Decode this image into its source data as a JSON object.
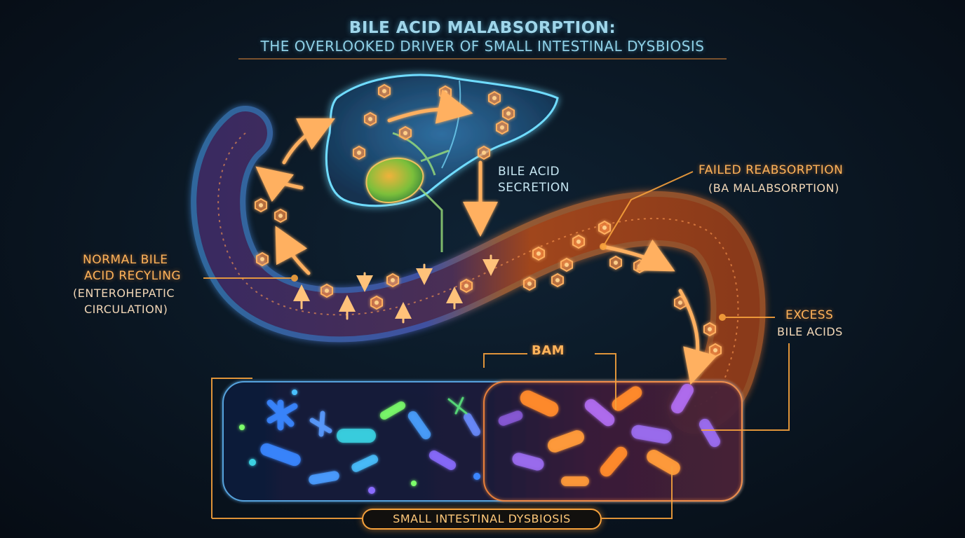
{
  "title": {
    "line1": "BILE ACID MALABSORPTION:",
    "line2": "THE OVERLOOKED DRIVER OF SMALL INTESTINAL DYSBIOSIS"
  },
  "labels": {
    "bile_secretion": {
      "line1": "BILE ACID",
      "line2": "SECRETION"
    },
    "failed_reabsorption": {
      "line1": "FAILED REABSORPTION",
      "line2": "(BA MALABSORPTION)"
    },
    "normal_recycling": {
      "line1": "NORMAL BILE",
      "line2": "ACID RECYLING",
      "line3": "(ENTEROHEPATIC",
      "line4": "CIRCULATION)"
    },
    "excess": {
      "line1": "EXCESS",
      "line2": "BILE ACIDS"
    },
    "bam": "BAM",
    "dysbiosis": "SMALL INTESTINAL DYSBIOSIS"
  },
  "icons": [
    "liver-icon",
    "gallbladder-icon",
    "bile-acid-molecule-icon",
    "bacteria-icon",
    "flow-arrow-icon"
  ],
  "colors": {
    "background": "#0a1622",
    "title": "#9fd6ea",
    "liver_glow": "#4fc3f7",
    "orange_accent": "#ffa040",
    "normal_intestine": "#3aa0e6",
    "dysbiosis_purple": "#9b6cf0"
  }
}
